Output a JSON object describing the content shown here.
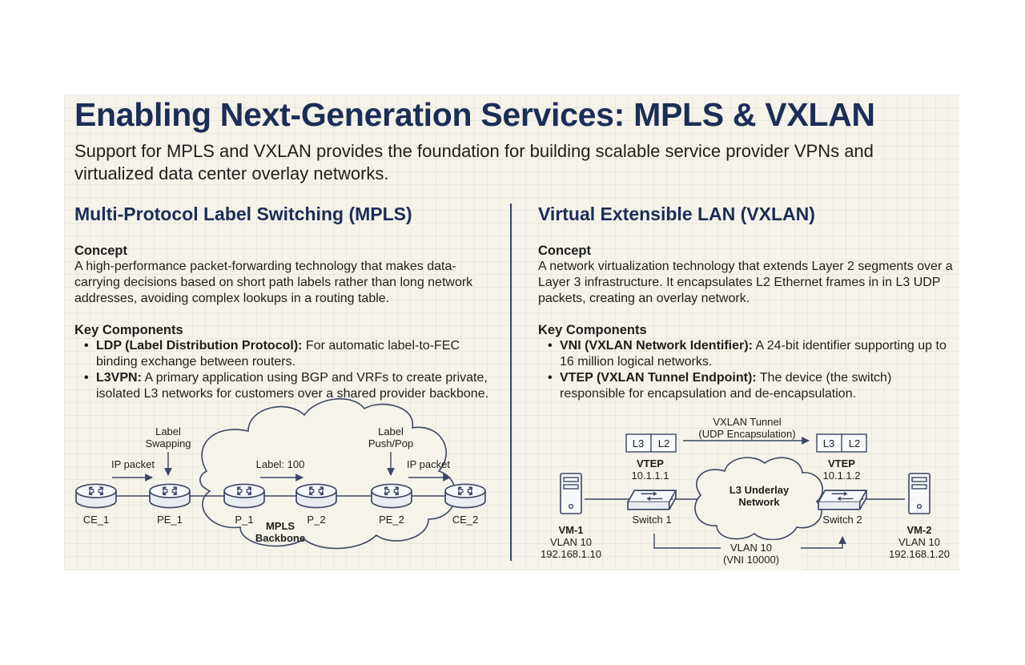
{
  "title": "Enabling Next-Generation Services: MPLS & VXLAN",
  "subtitle": "Support for MPLS and VXLAN provides the foundation for building scalable service provider VPNs and virtualized data center overlay networks.",
  "mpls": {
    "heading": "Multi-Protocol Label Switching (MPLS)",
    "concept_heading": "Concept",
    "concept_text": "A high-performance packet-forwarding technology that makes data-carrying decisions based on short path labels rather than long network addresses, avoiding complex lookups in a routing table.",
    "key_components_heading": "Key Components",
    "components": [
      {
        "term": "LDP (Label Distribution Protocol):",
        "desc": " For automatic label-to-FEC binding exchange between routers."
      },
      {
        "term": "L3VPN:",
        "desc": " A primary application using BGP and VRFs to create private, isolated L3 networks for customers over a shared provider backbone."
      }
    ],
    "diagram": {
      "routers": [
        "CE_1",
        "PE_1",
        "P_1",
        "P_2",
        "PE_2",
        "CE_2"
      ],
      "cloud_label_1": "MPLS",
      "cloud_label_2": "Backbone",
      "label_swapping_1": "Label",
      "label_swapping_2": "Swapping",
      "label_pushpop_1": "Label",
      "label_pushpop_2": "Push/Pop",
      "ip_packet_left": "IP packet",
      "label_100": "Label: 100",
      "ip_packet_right": "IP packet"
    }
  },
  "vxlan": {
    "heading": "Virtual Extensible LAN (VXLAN)",
    "concept_heading": "Concept",
    "concept_text": "A network virtualization technology that extends Layer 2 segments over a Layer 3 infrastructure. It encapsulates L2 Ethernet frames in in L3 UDP packets, creating an overlay network.",
    "key_components_heading": "Key Components",
    "components": [
      {
        "term": "VNI (VXLAN Network Identifier):",
        "desc": " A 24-bit identifier supporting up to 16 million logical networks."
      },
      {
        "term": "VTEP (VXLAN Tunnel Endpoint):",
        "desc": " The device (the switch) responsible for encapsulation and de-encapsulation."
      }
    ],
    "diagram": {
      "tunnel_label_1": "VXLAN Tunnel",
      "tunnel_label_2": "(UDP Encapsulation)",
      "header_l3": "L3",
      "header_l2": "L2",
      "vtep_label": "VTEP",
      "vtep1_ip": "10.1.1.1",
      "vtep2_ip": "10.1.1.2",
      "switch1": "Switch 1",
      "switch2": "Switch 2",
      "underlay_1": "L3 Underlay",
      "underlay_2": "Network",
      "vm1_name": "VM-1",
      "vm1_vlan": "VLAN 10",
      "vm1_ip": "192.168.1.10",
      "vm2_name": "VM-2",
      "vm2_vlan": "VLAN 10",
      "vm2_ip": "192.168.1.20",
      "vlan_label": "VLAN 10",
      "vni_label": "(VNI 10000)"
    }
  },
  "colors": {
    "navy": "#1c2d57",
    "background": "#f6f3ea",
    "line": "#3a4664"
  }
}
